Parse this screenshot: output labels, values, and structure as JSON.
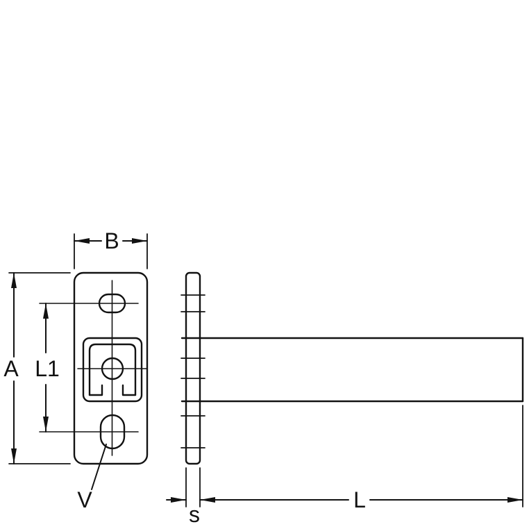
{
  "drawing": {
    "type": "technical-dimension-drawing",
    "labels": {
      "width": "B",
      "height": "A",
      "hole_spacing": "L1",
      "slot_mark": "V",
      "thickness": "s",
      "length": "L"
    },
    "colors": {
      "line": "#121212",
      "background": "#ffffff"
    }
  }
}
